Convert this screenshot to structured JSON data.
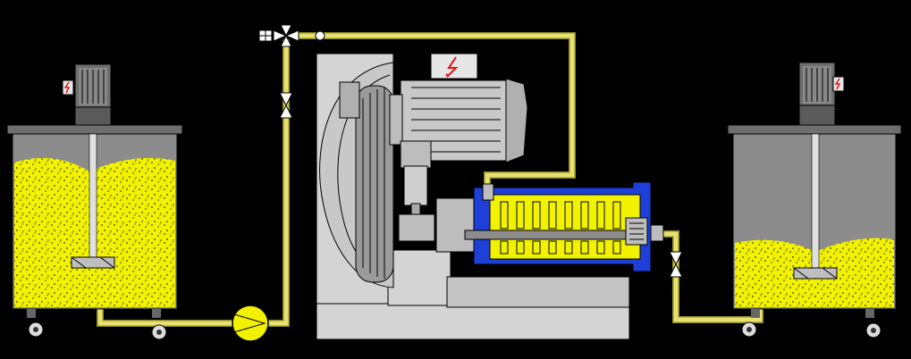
{
  "diagram": {
    "background": "#000000",
    "colors": {
      "liquid": "#f2f200",
      "liquid_speckle": "#3a3a00",
      "tank_body": "#8c8c8c",
      "tank_rim": "#6e6e6e",
      "pipe": "#e8e070",
      "pipe_edge": "#8c8a2a",
      "machine_light": "#d4d4d4",
      "machine_mid": "#b4b4b4",
      "machine_dark": "#7a7a7a",
      "motor": "#c8c8c8",
      "chamber_housing": "#1e3fd8",
      "chamber_fill": "#f2f200",
      "pump": "#f2f200",
      "warning": "#e01010"
    },
    "icons": [
      "tank-left",
      "tank-right",
      "agitator-motor-left",
      "agitator-motor-right",
      "feed-pump",
      "three-way-valve",
      "shutoff-valve-feed",
      "shutoff-valve-discharge",
      "drive-motor",
      "belt-drive-pulleys",
      "grinding-chamber",
      "high-voltage-warning-icon"
    ]
  }
}
